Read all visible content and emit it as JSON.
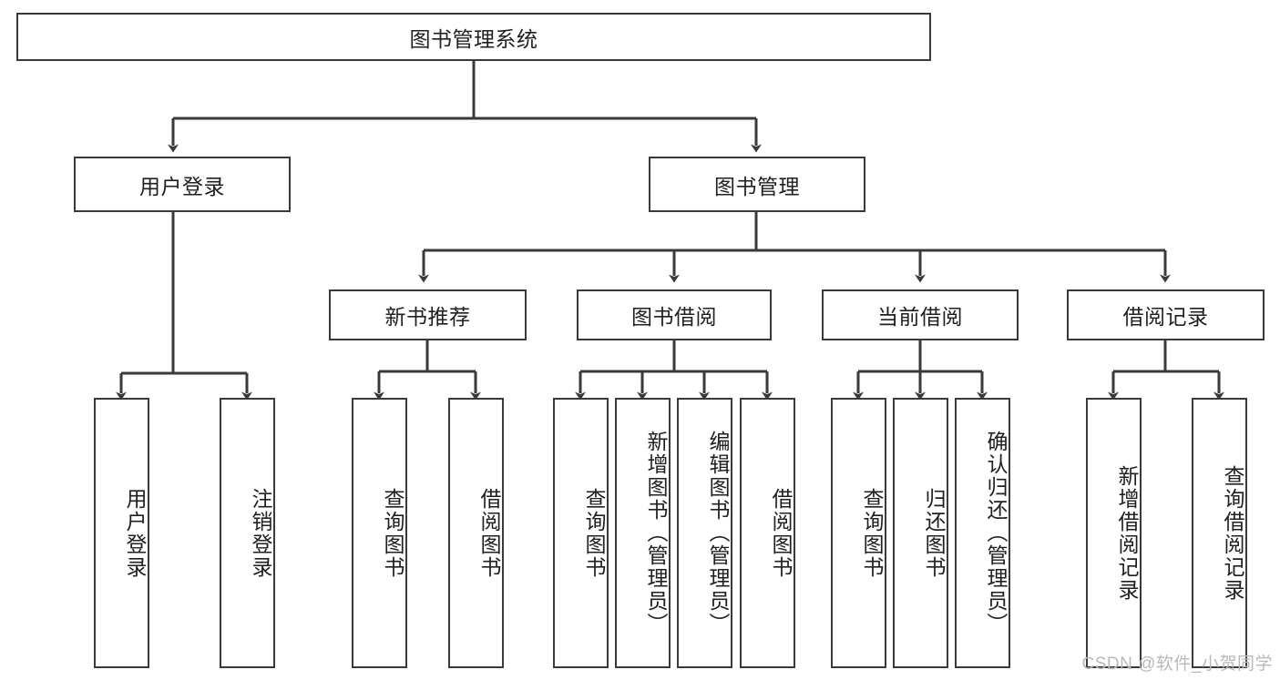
{
  "diagram": {
    "title_node": {
      "label": "图书管理系统"
    },
    "level1": [
      {
        "id": "user-login",
        "label": "用户登录"
      },
      {
        "id": "book-management",
        "label": "图书管理"
      }
    ],
    "level2": [
      {
        "id": "new-book-recommend",
        "label": "新书推荐"
      },
      {
        "id": "book-borrow",
        "label": "图书借阅"
      },
      {
        "id": "current-borrow",
        "label": "当前借阅"
      },
      {
        "id": "borrow-record",
        "label": "借阅记录"
      }
    ],
    "leaves": [
      {
        "id": "leaf-user-login",
        "label": "用户登录",
        "parent": "user-login"
      },
      {
        "id": "leaf-logout-login",
        "label": "注销登录",
        "parent": "user-login"
      },
      {
        "id": "leaf-query-book-1",
        "label": "查询图书",
        "parent": "new-book-recommend"
      },
      {
        "id": "leaf-borrow-book-1",
        "label": "借阅图书",
        "parent": "new-book-recommend"
      },
      {
        "id": "leaf-query-book-2",
        "label": "查询图书",
        "parent": "book-borrow"
      },
      {
        "id": "leaf-add-book",
        "label": "新增图书（管理员）",
        "parent": "book-borrow"
      },
      {
        "id": "leaf-edit-book",
        "label": "编辑图书（管理员）",
        "parent": "book-borrow"
      },
      {
        "id": "leaf-borrow-book-2",
        "label": "借阅图书",
        "parent": "book-borrow"
      },
      {
        "id": "leaf-query-book-3",
        "label": "查询图书",
        "parent": "current-borrow"
      },
      {
        "id": "leaf-return-book",
        "label": "归还图书",
        "parent": "current-borrow"
      },
      {
        "id": "leaf-confirm-return",
        "label": "确认归还（管理员）",
        "parent": "current-borrow"
      },
      {
        "id": "leaf-add-record",
        "label": "新增借阅记录",
        "parent": "borrow-record"
      },
      {
        "id": "leaf-query-record",
        "label": "查询借阅记录",
        "parent": "borrow-record"
      }
    ],
    "watermark": "CSDN @软件_小贺同学",
    "colors": {
      "stroke": "#3a3a3a",
      "background": "#ffffff",
      "text": "#202020",
      "watermark": "#b9b9b9"
    }
  }
}
